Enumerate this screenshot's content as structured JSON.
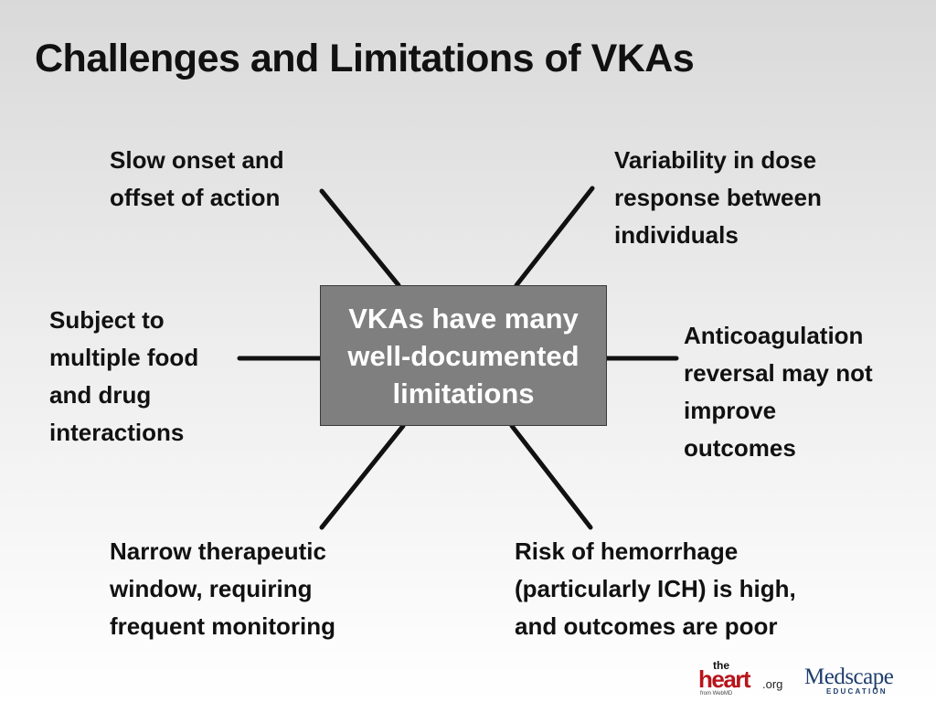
{
  "title": "Challenges and Limitations of VKAs",
  "hub": {
    "lines": [
      "VKAs have many",
      "well-documented",
      "limitations"
    ]
  },
  "items": [
    {
      "lines": [
        "Slow onset and",
        "offset of action"
      ]
    },
    {
      "lines": [
        "Variability in dose",
        "response between",
        "individuals"
      ]
    },
    {
      "lines": [
        "Subject to",
        "multiple food",
        "and drug",
        "interactions"
      ]
    },
    {
      "lines": [
        "Anticoagulation",
        "reversal may not",
        "improve",
        "outcomes"
      ]
    },
    {
      "lines": [
        "Narrow therapeutic",
        "window, requiring",
        "frequent monitoring"
      ]
    },
    {
      "lines": [
        "Risk of hemorrhage",
        "(particularly ICH) is high,",
        "and outcomes are poor"
      ]
    }
  ],
  "logos": {
    "theheart": {
      "the": "the",
      "heart": "heart",
      "org": ".org",
      "from": "from WebMD"
    },
    "medscape": {
      "name": "Medscape",
      "sub": "EDUCATION"
    }
  },
  "colors": {
    "hub_fill": "#7f7f7f",
    "hub_text": "#ffffff",
    "spoke": "#111111",
    "heart_red": "#b8141b",
    "medscape_blue": "#1f3f6e"
  }
}
